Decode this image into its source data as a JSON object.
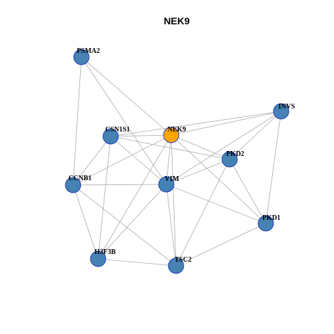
{
  "title": "NEK9",
  "colors": {
    "focus_node_fill": "#ffa500",
    "node_fill": "#4682b4",
    "node_stroke": "#1f3fb8",
    "edge": "#aaaaaa"
  },
  "nodes": [
    {
      "id": "NEK9",
      "label": "NEK9",
      "focus": true
    },
    {
      "id": "PSMA2",
      "label": "PSMA2",
      "focus": false
    },
    {
      "id": "INVS",
      "label": "INVS",
      "focus": false
    },
    {
      "id": "CSN1S1",
      "label": "CSN1S1",
      "focus": false
    },
    {
      "id": "PKD2",
      "label": "PKD2",
      "focus": false
    },
    {
      "id": "CCNB1",
      "label": "CCNB1",
      "focus": false
    },
    {
      "id": "VIM",
      "label": "VIM",
      "focus": false
    },
    {
      "id": "PKD1",
      "label": "PKD1",
      "focus": false
    },
    {
      "id": "H3F3B",
      "label": "H3F3B",
      "focus": false
    },
    {
      "id": "TSC2",
      "label": "TSC2",
      "focus": false
    }
  ],
  "edges": [
    [
      "PSMA2",
      "NEK9"
    ],
    [
      "PSMA2",
      "VIM"
    ],
    [
      "PSMA2",
      "CCNB1"
    ],
    [
      "CSN1S1",
      "NEK9"
    ],
    [
      "CSN1S1",
      "PKD2"
    ],
    [
      "CSN1S1",
      "INVS"
    ],
    [
      "CSN1S1",
      "VIM"
    ],
    [
      "CSN1S1",
      "CCNB1"
    ],
    [
      "CSN1S1",
      "H3F3B"
    ],
    [
      "NEK9",
      "PKD2"
    ],
    [
      "NEK9",
      "VIM"
    ],
    [
      "NEK9",
      "CCNB1"
    ],
    [
      "NEK9",
      "H3F3B"
    ],
    [
      "NEK9",
      "TSC2"
    ],
    [
      "NEK9",
      "PKD1"
    ],
    [
      "INVS",
      "NEK9"
    ],
    [
      "INVS",
      "PKD2"
    ],
    [
      "INVS",
      "VIM"
    ],
    [
      "INVS",
      "PKD1"
    ],
    [
      "PKD2",
      "VIM"
    ],
    [
      "PKD2",
      "PKD1"
    ],
    [
      "PKD2",
      "TSC2"
    ],
    [
      "CCNB1",
      "VIM"
    ],
    [
      "CCNB1",
      "H3F3B"
    ],
    [
      "CCNB1",
      "TSC2"
    ],
    [
      "VIM",
      "H3F3B"
    ],
    [
      "VIM",
      "TSC2"
    ],
    [
      "VIM",
      "PKD1"
    ],
    [
      "H3F3B",
      "TSC2"
    ],
    [
      "TSC2",
      "PKD1"
    ]
  ]
}
